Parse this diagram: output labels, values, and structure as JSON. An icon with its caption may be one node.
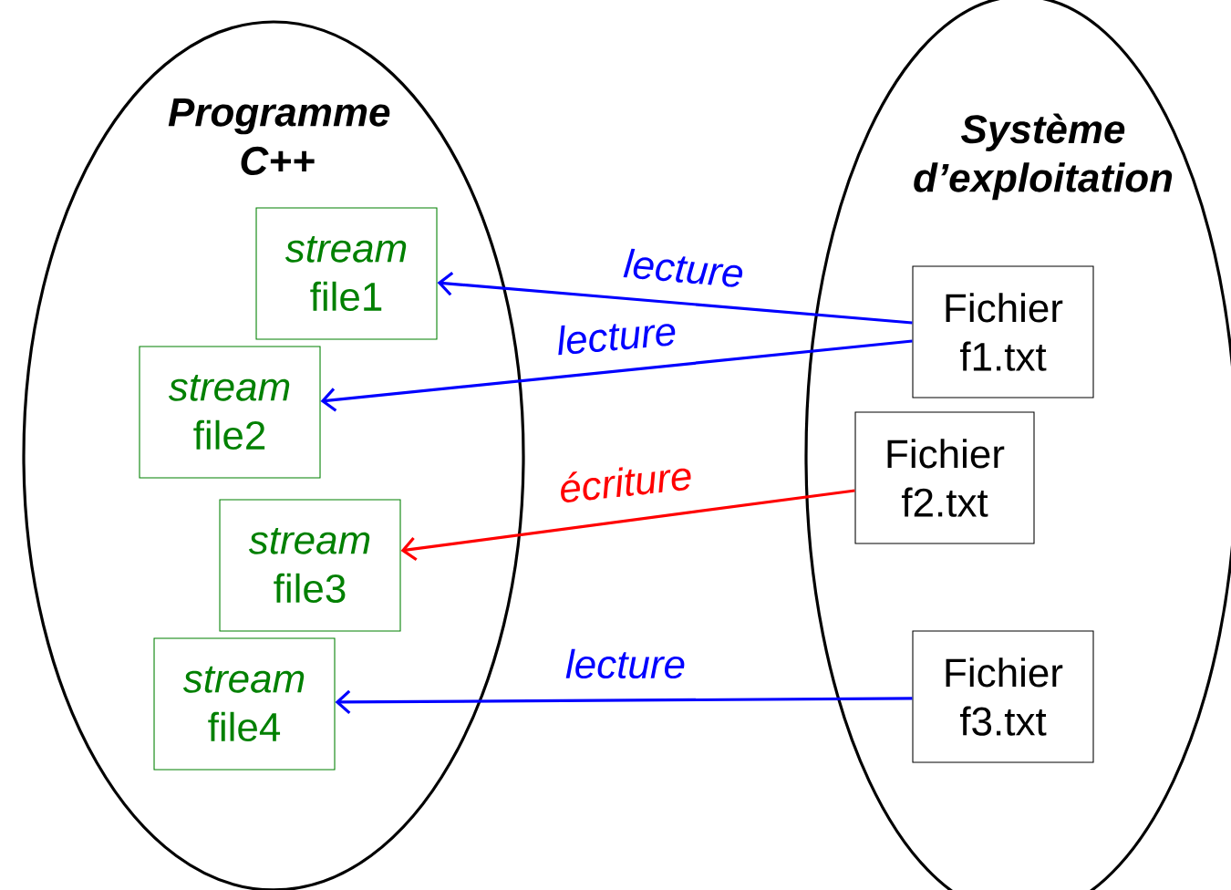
{
  "diagram": {
    "nodes": [
      {
        "text": [
          "Programme C++"
        ]
      },
      {
        "text": [
          "stream",
          "file1"
        ],
        "in": 0
      },
      {
        "text": [
          "stream",
          "file2"
        ],
        "in": 0
      },
      {
        "text": [
          "stream",
          "file3"
        ],
        "in": 0
      },
      {
        "text": [
          "stream",
          "file4"
        ],
        "in": 0
      },
      {
        "text": [
          "Système d’exploitation"
        ]
      },
      {
        "text": [
          "Fichier f1.txt"
        ],
        "in": 5
      },
      {
        "text": [
          "Fichier f2.txt"
        ],
        "in": 5
      },
      {
        "text": [
          "Fichier f3.txt"
        ],
        "in": 5
      }
    ],
    "edges": [
      {
        "from": 6,
        "to": 1,
        "arrow": "to",
        "label": "lecture"
      },
      {
        "from": 6,
        "to": 2,
        "arrow": "to",
        "label": "lecture"
      },
      {
        "from": 7,
        "to": 3,
        "arrow": "to",
        "label": "écriture",
        "color": "#ff0000"
      },
      {
        "from": 8,
        "to": 4,
        "arrow": "to",
        "label": "lecture"
      }
    ]
  }
}
